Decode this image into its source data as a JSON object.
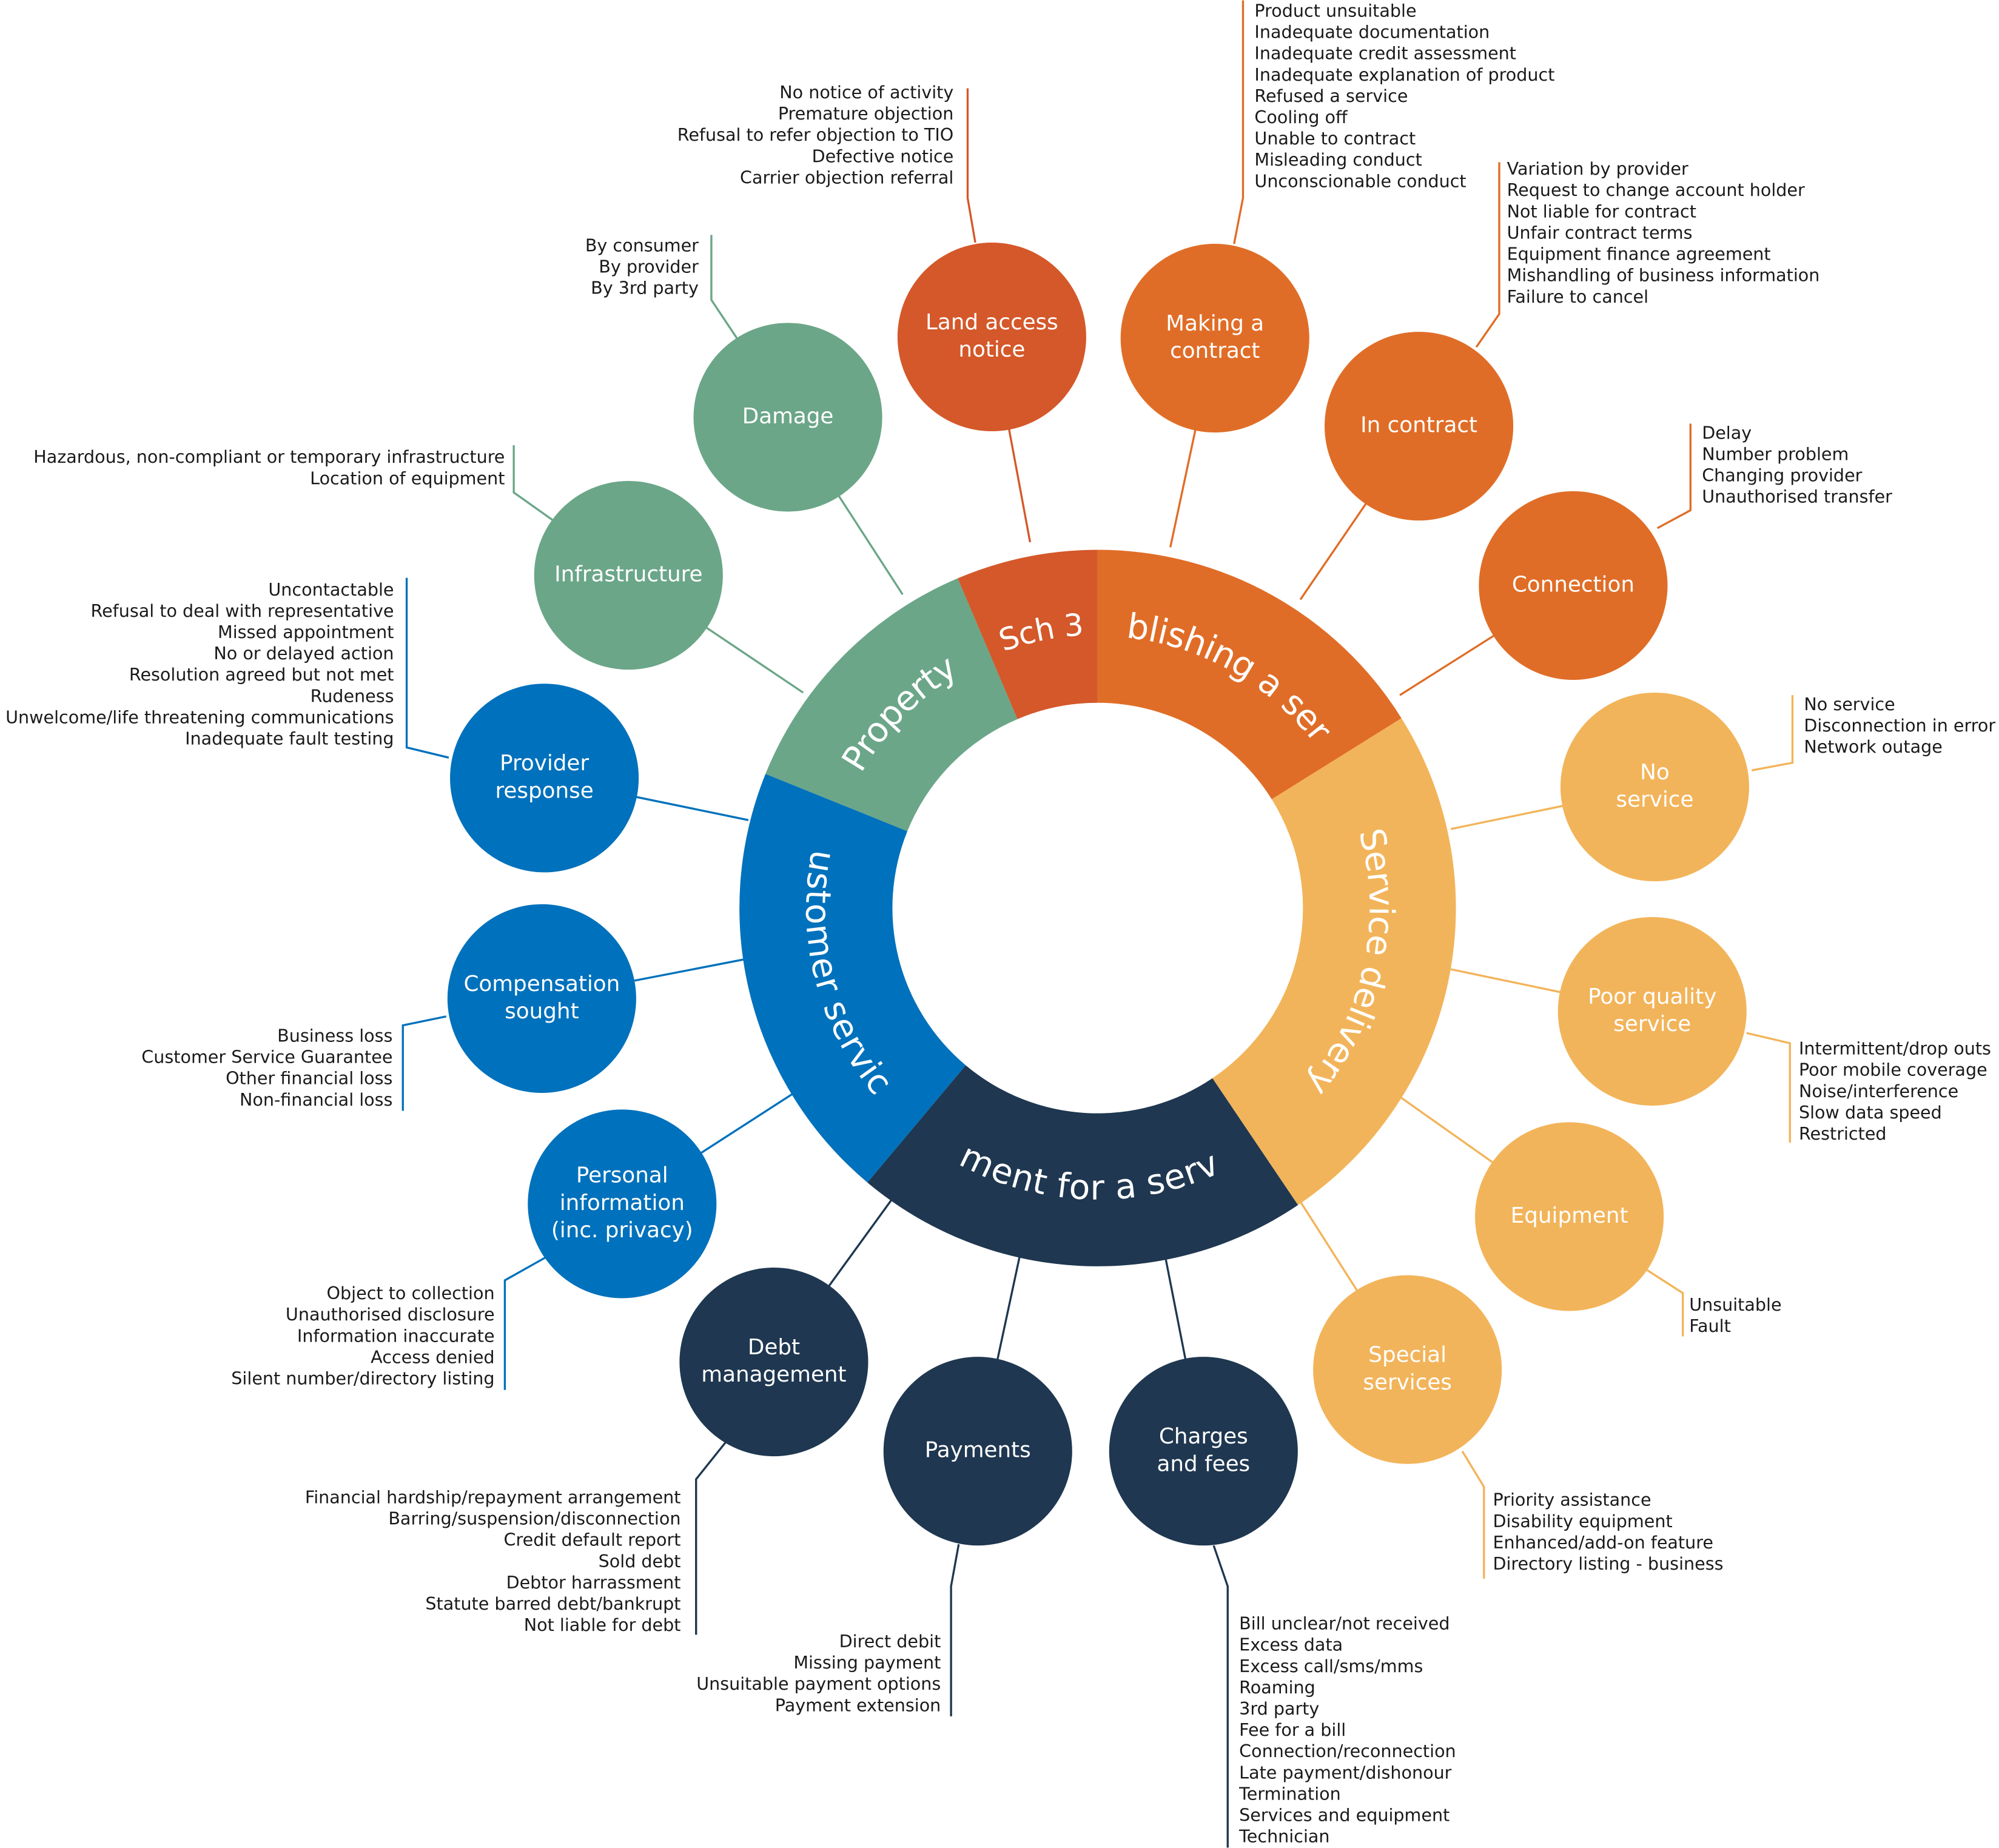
{
  "colors": {
    "establishing": "#E06D27",
    "sch3": "#D4582A",
    "property": "#6BA688",
    "customer": "#0071BC",
    "payment": "#1F3750",
    "delivery": "#F2B45A",
    "text": "#1a1a1a"
  },
  "ring": {
    "segments": [
      {
        "key": "establishing",
        "label": "Establishing a service",
        "color": "establishing"
      },
      {
        "key": "delivery",
        "label": "Service delivery",
        "color": "delivery"
      },
      {
        "key": "payment",
        "label": "Payment for a service",
        "color": "payment"
      },
      {
        "key": "customer",
        "label": "Customer service",
        "color": "customer"
      },
      {
        "key": "property",
        "label": "Property",
        "color": "property"
      },
      {
        "key": "sch3",
        "label": "Sch 3",
        "color": "sch3"
      }
    ]
  },
  "bubbles": [
    {
      "key": "land-access-notice",
      "lines": [
        "Land access",
        "notice"
      ],
      "color": "sch3",
      "items": [
        "No notice of activity",
        "Premature objection",
        "Refusal to refer objection to TIO",
        "Defective notice",
        "Carrier objection referral"
      ]
    },
    {
      "key": "making-a-contract",
      "lines": [
        "Making a",
        "contract"
      ],
      "color": "establishing",
      "items": [
        "Product unsuitable",
        "Inadequate documentation",
        "Inadequate credit assessment",
        "Inadequate explanation of product",
        "Refused a service",
        "Cooling off",
        "Unable to contract",
        "Misleading conduct",
        "Unconscionable conduct"
      ]
    },
    {
      "key": "in-contract",
      "lines": [
        "In contract"
      ],
      "color": "establishing",
      "items": [
        "Variation by provider",
        "Request to change account holder",
        "Not liable for contract",
        "Unfair contract terms",
        "Equipment finance agreement",
        "Mishandling of business information",
        "Failure to cancel"
      ]
    },
    {
      "key": "connection",
      "lines": [
        "Connection"
      ],
      "color": "establishing",
      "items": [
        "Delay",
        "Number problem",
        "Changing provider",
        "Unauthorised transfer"
      ]
    },
    {
      "key": "no-service",
      "lines": [
        "No",
        "service"
      ],
      "color": "delivery",
      "items": [
        "No service",
        "Disconnection in error",
        "Network outage"
      ]
    },
    {
      "key": "poor-quality-service",
      "lines": [
        "Poor quality",
        "service"
      ],
      "color": "delivery",
      "items": [
        "Intermittent/drop outs",
        "Poor mobile coverage",
        "Noise/interference",
        "Slow data speed",
        "Restricted"
      ]
    },
    {
      "key": "equipment",
      "lines": [
        "Equipment"
      ],
      "color": "delivery",
      "items": [
        "Unsuitable",
        "Fault"
      ]
    },
    {
      "key": "special-services",
      "lines": [
        "Special",
        "services"
      ],
      "color": "delivery",
      "items": [
        "Priority assistance",
        "Disability equipment",
        "Enhanced/add-on feature",
        "Directory listing - business"
      ]
    },
    {
      "key": "charges-and-fees",
      "lines": [
        "Charges",
        "and fees"
      ],
      "color": "payment",
      "items": [
        "Bill unclear/not received",
        "Excess data",
        "Excess call/sms/mms",
        "Roaming",
        "3rd party",
        "Fee for a bill",
        "Connection/reconnection",
        "Late payment/dishonour",
        "Termination",
        "Services and equipment",
        "Technician"
      ]
    },
    {
      "key": "payments",
      "lines": [
        "Payments"
      ],
      "color": "payment",
      "items": [
        "Direct debit",
        "Missing payment",
        "Unsuitable payment options",
        "Payment extension"
      ]
    },
    {
      "key": "debt-management",
      "lines": [
        "Debt",
        "management"
      ],
      "color": "payment",
      "items": [
        "Financial hardship/repayment arrangement",
        "Barring/suspension/disconnection",
        "Credit default report",
        "Sold debt",
        "Debtor harrassment",
        "Statute barred debt/bankrupt",
        "Not liable for debt"
      ]
    },
    {
      "key": "personal-information",
      "lines": [
        "Personal",
        "information",
        "(inc. privacy)"
      ],
      "color": "customer",
      "items": [
        "Object to collection",
        "Unauthorised disclosure",
        "Information inaccurate",
        "Access denied",
        "Silent number/directory listing"
      ]
    },
    {
      "key": "compensation-sought",
      "lines": [
        "Compensation",
        "sought"
      ],
      "color": "customer",
      "items": [
        "Business loss",
        "Customer Service Guarantee",
        "Other financial loss",
        "Non-financial loss"
      ]
    },
    {
      "key": "provider-response",
      "lines": [
        "Provider",
        "response"
      ],
      "color": "customer",
      "items": [
        "Uncontactable",
        "Refusal to deal with representative",
        "Missed appointment",
        "No or delayed action",
        "Resolution agreed but not met",
        "Rudeness",
        "Unwelcome/life threatening communications",
        "Inadequate fault testing"
      ]
    },
    {
      "key": "infrastructure",
      "lines": [
        "Infrastructure"
      ],
      "color": "property",
      "items": [
        "Hazardous, non-compliant or temporary infrastructure",
        "Location of equipment"
      ]
    },
    {
      "key": "damage",
      "lines": [
        "Damage"
      ],
      "color": "property",
      "items": [
        "By consumer",
        "By provider",
        "By 3rd party"
      ]
    }
  ]
}
